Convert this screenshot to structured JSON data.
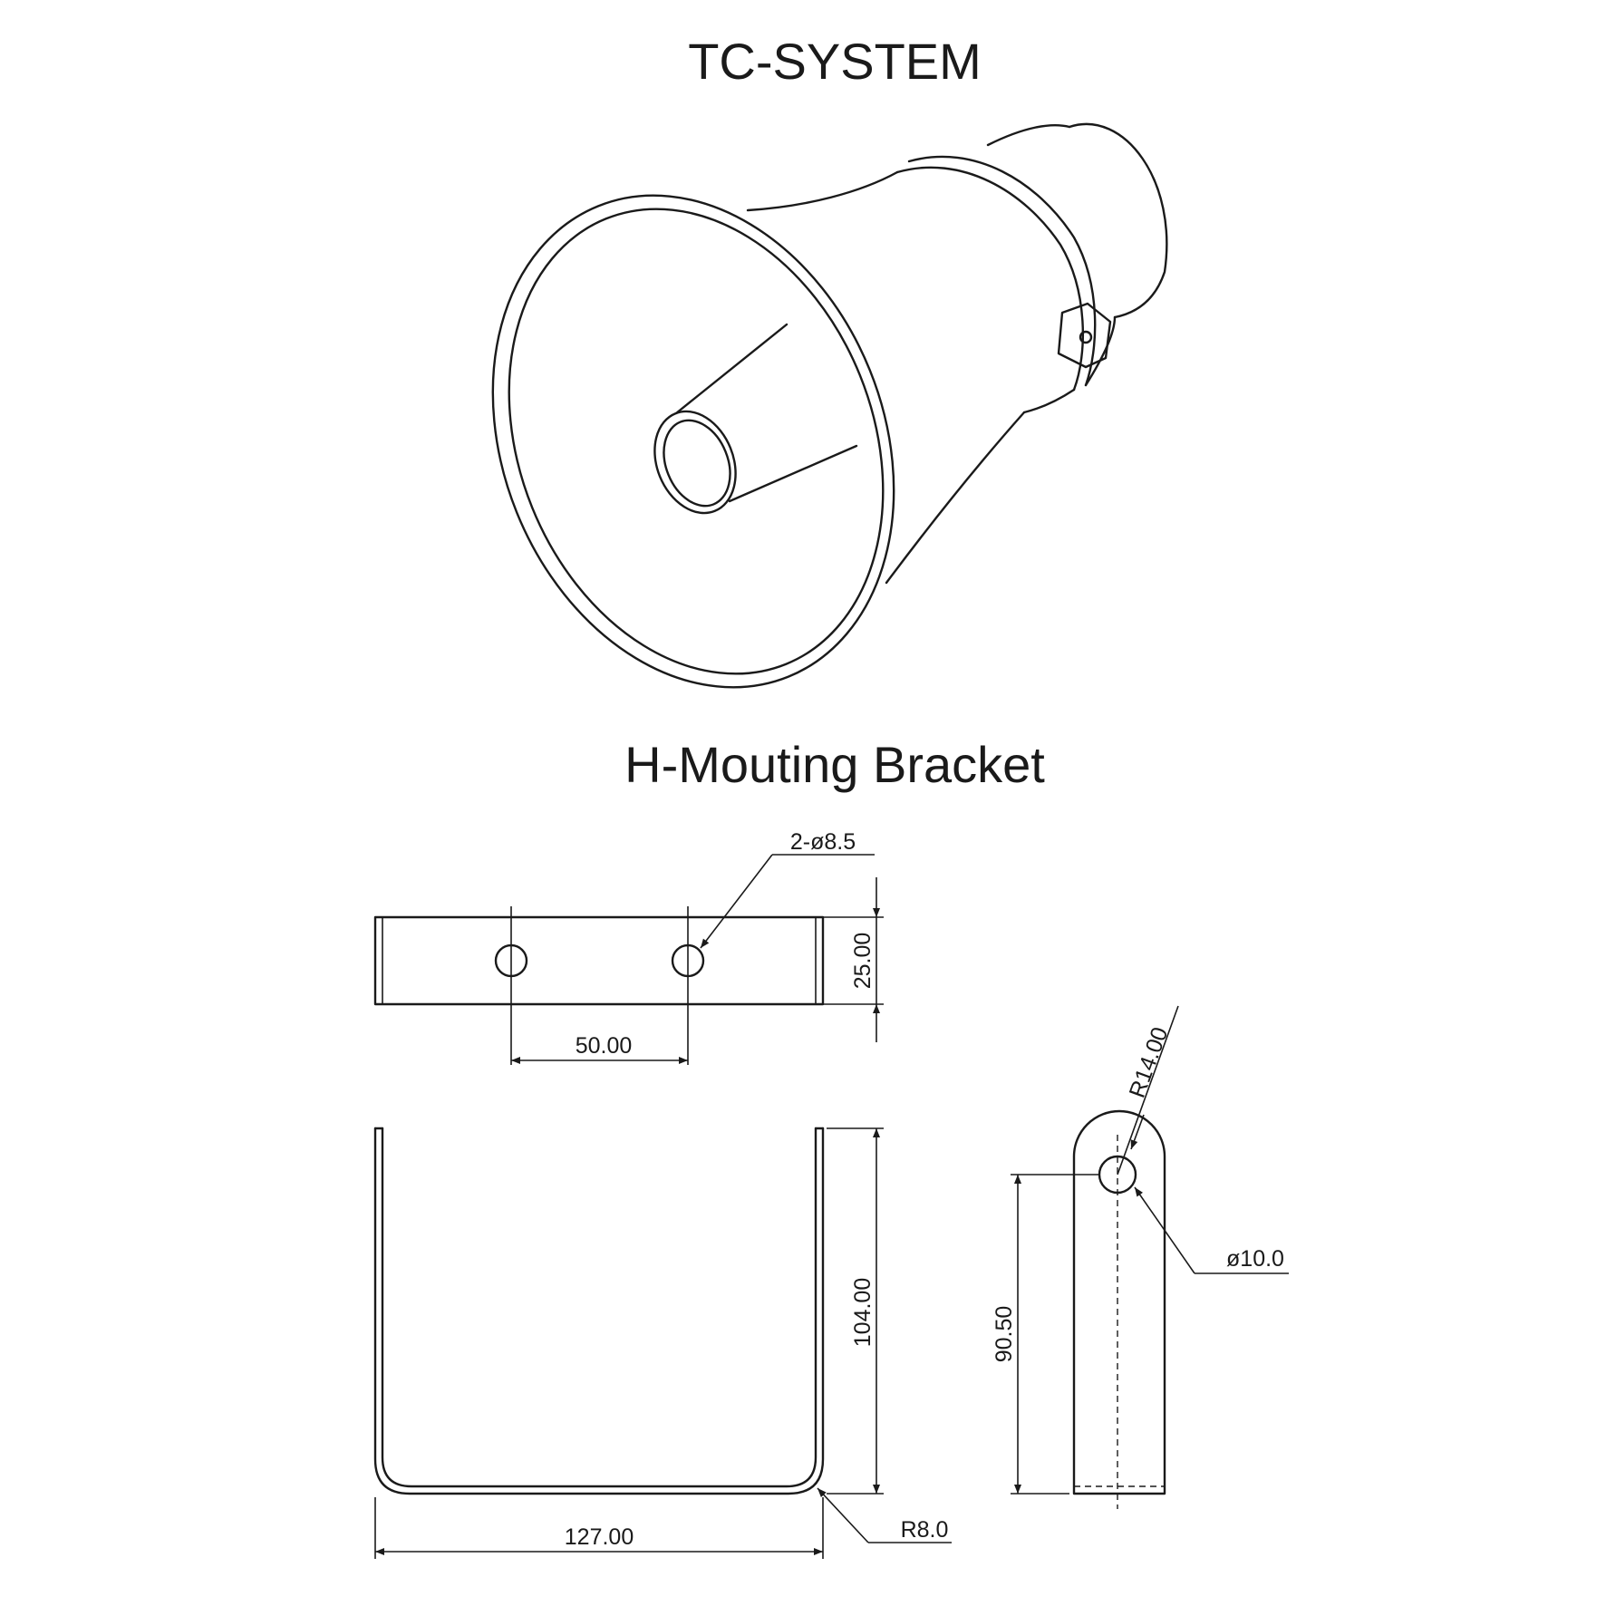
{
  "title": "TC-SYSTEM",
  "subtitle": "H-Mouting Bracket",
  "dimensions": {
    "holes": "2-ø8.5",
    "height_top": "25.00",
    "hole_spacing": "50.00",
    "radius_tab": "R14.00",
    "hole_dia": "ø10.0",
    "height_front": "104.00",
    "width": "127.00",
    "bend_radius": "R8.0",
    "hole_height": "90.50"
  }
}
